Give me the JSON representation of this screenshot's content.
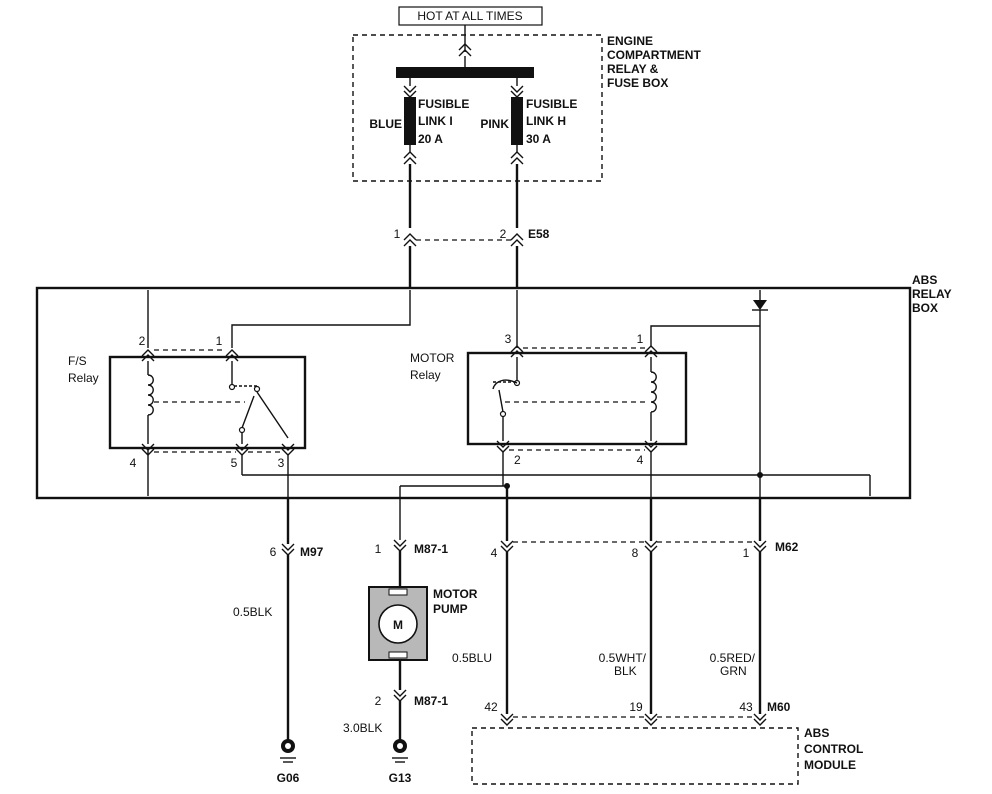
{
  "hot_label": "HOT AT ALL TIMES",
  "fuse_box": {
    "title_lines": [
      "ENGINE",
      "COMPARTMENT",
      "RELAY &",
      "FUSE BOX"
    ],
    "link_i": {
      "name_lines": [
        "FUSIBLE",
        "LINK I",
        "20 A"
      ],
      "color": "BLUE"
    },
    "link_h": {
      "name_lines": [
        "FUSIBLE",
        "LINK H",
        "30 A"
      ],
      "color": "PINK"
    }
  },
  "connector_e58": {
    "name": "E58",
    "pins": [
      "1",
      "2"
    ]
  },
  "relay_box": {
    "title_lines": [
      "ABS",
      "RELAY",
      "BOX"
    ],
    "fs_relay": {
      "label_lines": [
        "F/S",
        "Relay"
      ],
      "pins": [
        "2",
        "1",
        "4",
        "5",
        "3"
      ]
    },
    "motor_relay": {
      "label_lines": [
        "MOTOR",
        "Relay"
      ],
      "pins": [
        "3",
        "1",
        "2",
        "4"
      ]
    }
  },
  "connector_m97": {
    "name": "M97",
    "pin": "6",
    "wire": "0.5BLK",
    "ground": "G06"
  },
  "motor_pump": {
    "label_lines": [
      "MOTOR",
      "PUMP"
    ],
    "symbol": "M",
    "connector": "M87-1",
    "pins": [
      "1",
      "2"
    ],
    "wire": "3.0BLK",
    "ground": "G13"
  },
  "connector_m62": {
    "name": "M62",
    "pins": [
      "4",
      "8",
      "1"
    ],
    "wires": [
      [
        "0.5BLU"
      ],
      [
        "0.5WHT/",
        "BLK"
      ],
      [
        "0.5RED/",
        "GRN"
      ]
    ]
  },
  "connector_m60": {
    "name": "M60",
    "pins": [
      "42",
      "19",
      "43"
    ]
  },
  "abs_module": {
    "title_lines": [
      "ABS",
      "CONTROL",
      "MODULE"
    ]
  }
}
